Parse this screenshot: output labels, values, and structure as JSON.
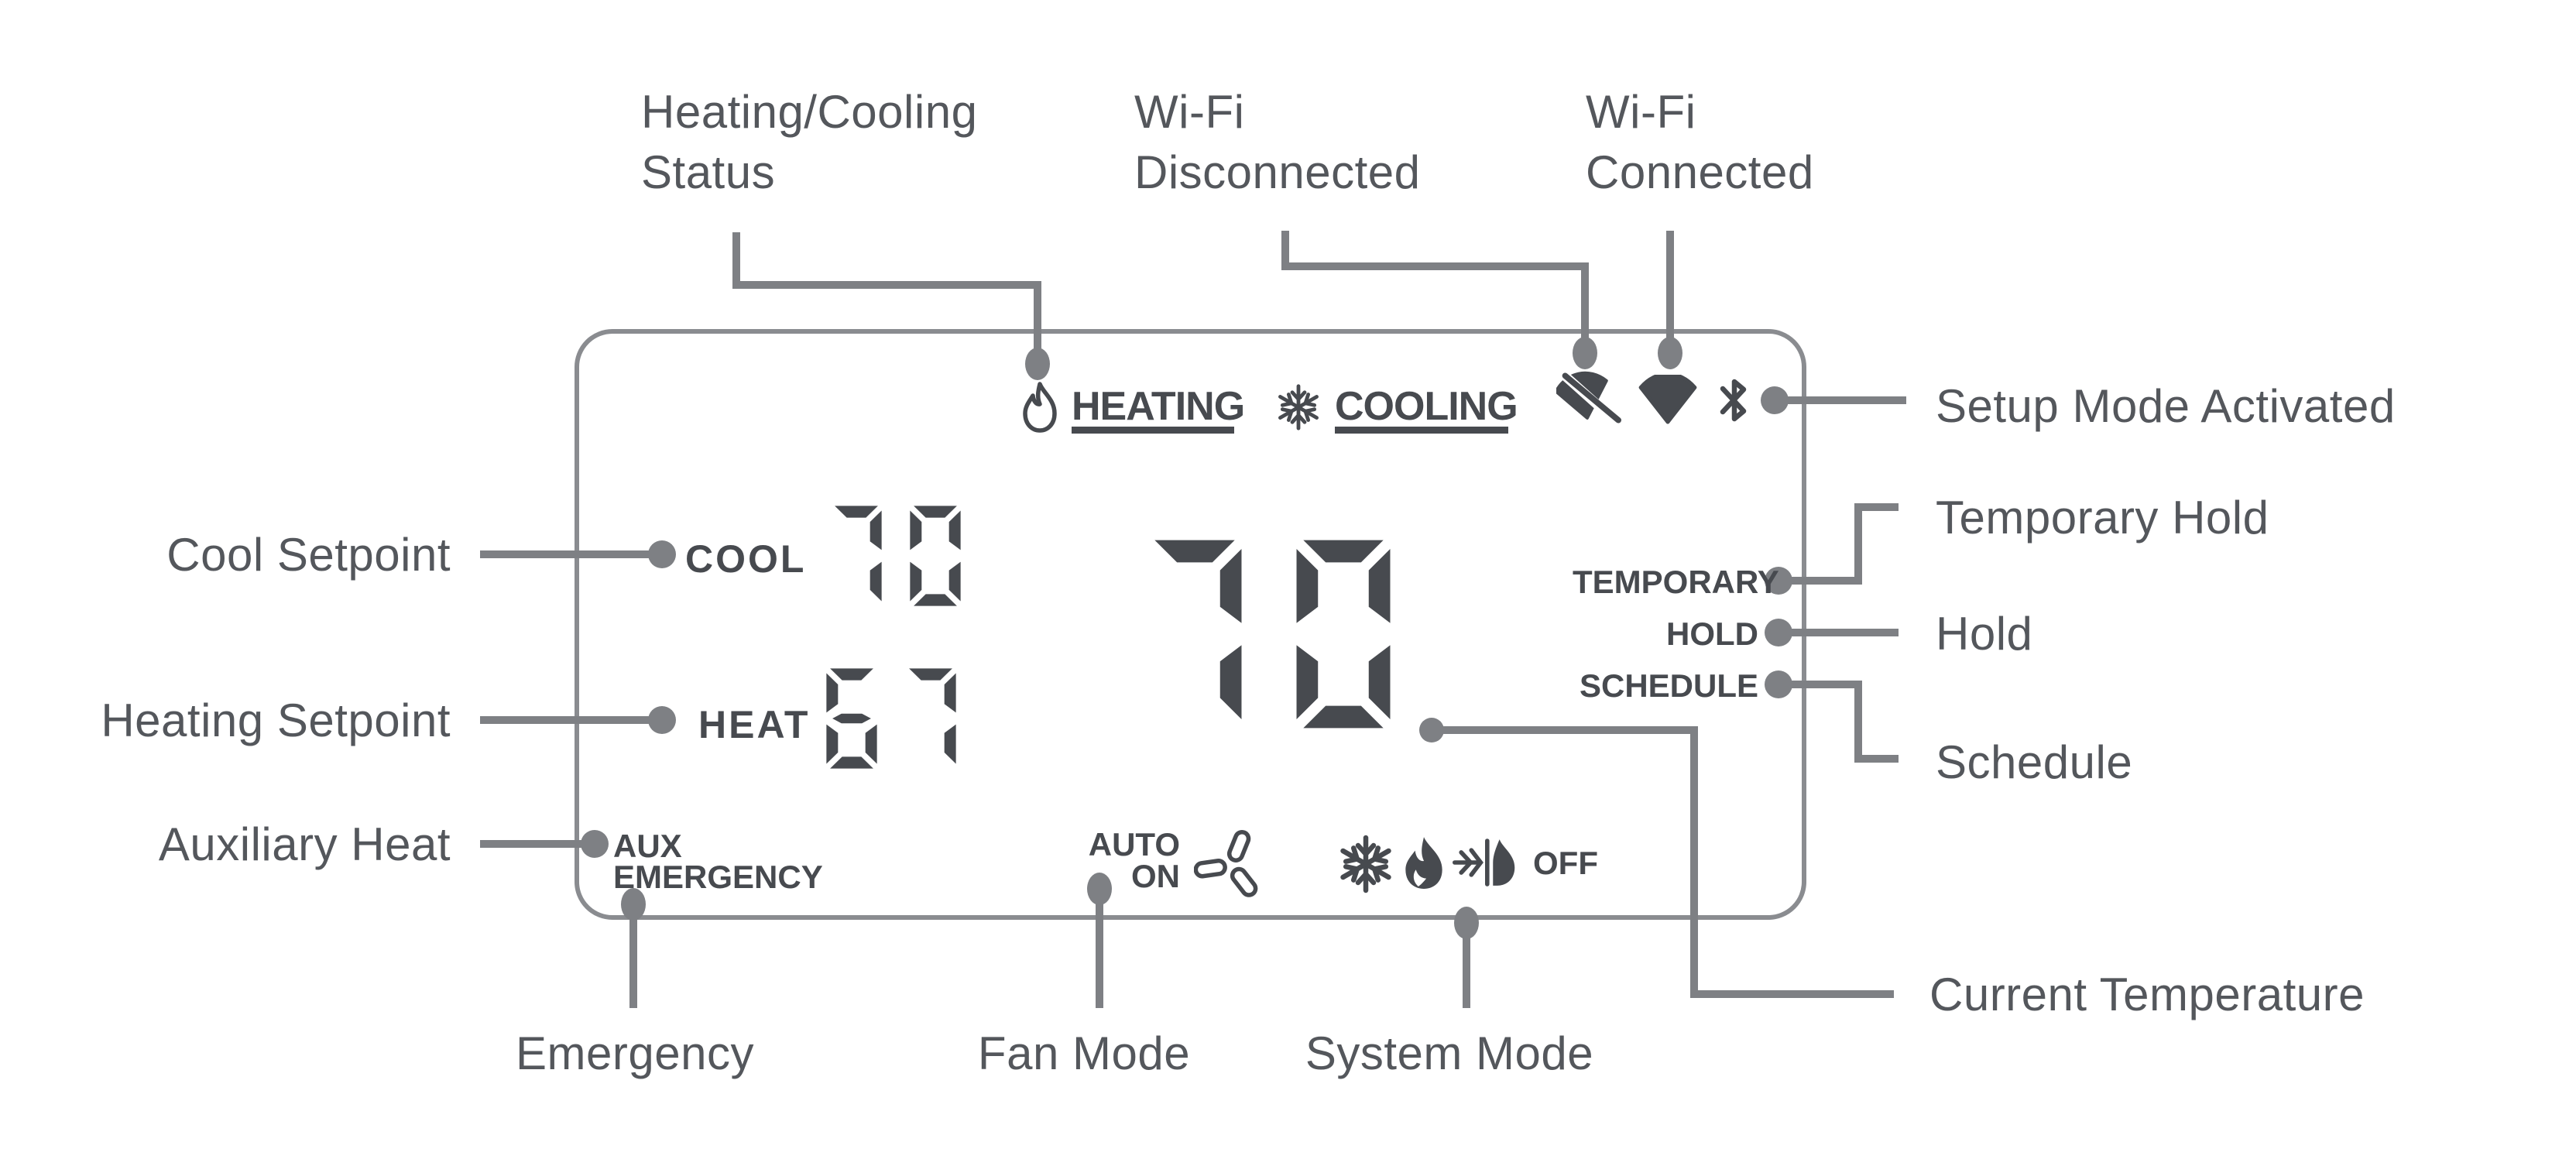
{
  "title": "Thermostat display diagram",
  "colors": {
    "label": "#54575c",
    "display": "#474a4f",
    "line": "#7e8084",
    "outline": "#8a8c90"
  },
  "callouts": {
    "heating_cooling_status": {
      "line1": "Heating/Cooling",
      "line2": "Status"
    },
    "wifi_disconnected": {
      "line1": "Wi-Fi",
      "line2": "Disconnected"
    },
    "wifi_connected": {
      "line1": "Wi-Fi",
      "line2": "Connected"
    },
    "setup_mode": "Setup Mode Activated",
    "temporary_hold": "Temporary Hold",
    "hold": "Hold",
    "schedule": "Schedule",
    "current_temperature": "Current Temperature",
    "cool_setpoint": "Cool Setpoint",
    "heating_setpoint": "Heating Setpoint",
    "auxiliary_heat": "Auxiliary Heat",
    "emergency": "Emergency",
    "fan_mode": "Fan Mode",
    "system_mode": "System Mode"
  },
  "display": {
    "heating": "HEATING",
    "cooling": "COOLING",
    "cool": "COOL",
    "heat": "HEAT",
    "cool_setpoint_value": "70",
    "heat_setpoint_value": "67",
    "current_temperature_value": "70",
    "temporary": "TEMPORARY",
    "hold": "HOLD",
    "schedule": "SCHEDULE",
    "aux": "AUX",
    "emergency": "EMERGENCY",
    "auto": "AUTO",
    "on": "ON",
    "off": "OFF"
  },
  "icons": [
    "flame-icon",
    "snowflake-icon",
    "wifi-disconnected-icon",
    "wifi-connected-icon",
    "bluetooth-icon",
    "fan-icon",
    "snowflake-system-icon",
    "flame-system-icon",
    "aux-emergency-heat-icon"
  ]
}
